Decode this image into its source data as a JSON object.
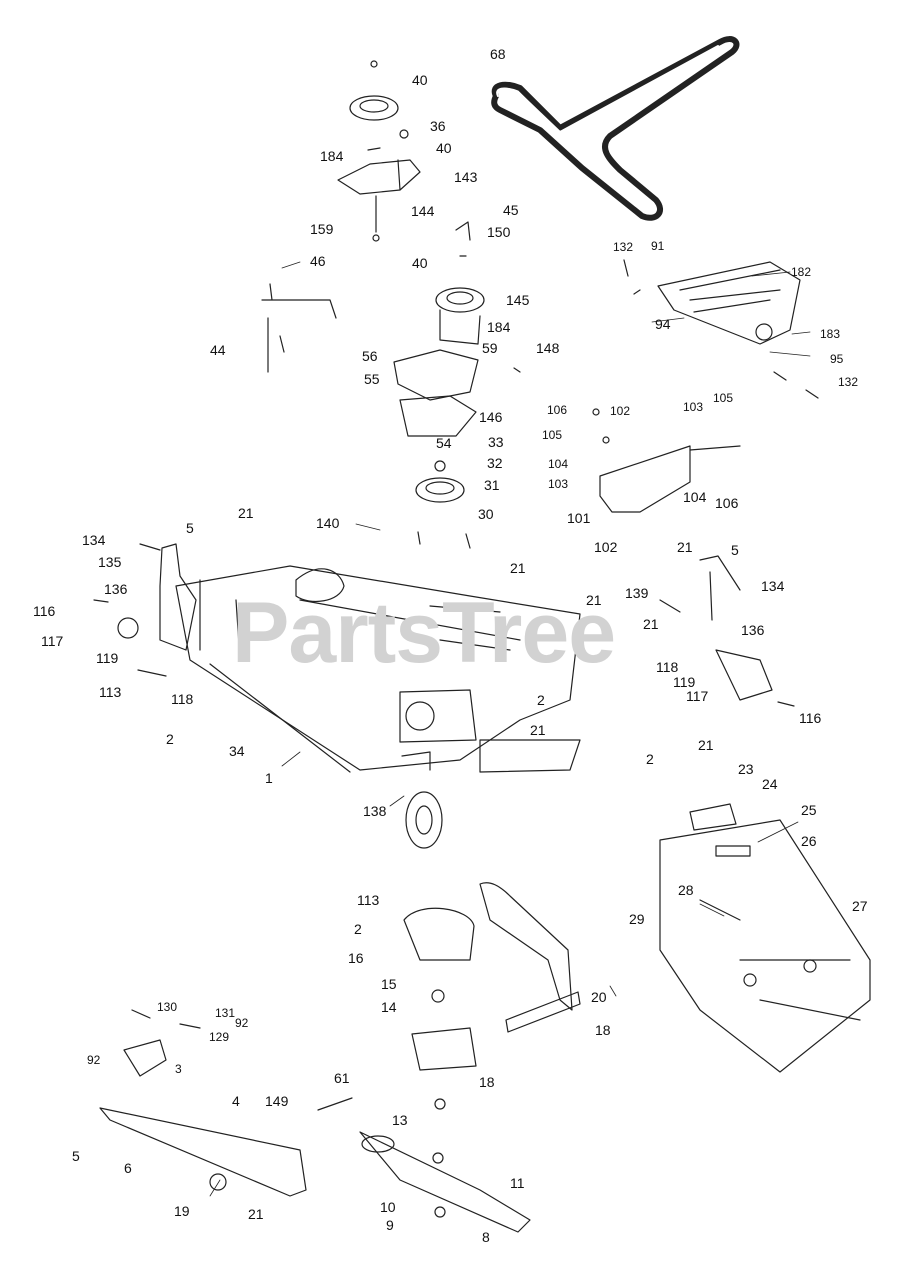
{
  "watermark": "PartsTree",
  "callouts": [
    "68",
    "40",
    "36",
    "40",
    "184",
    "143",
    "144",
    "45",
    "159",
    "150",
    "40",
    "46",
    "132",
    "91",
    "182",
    "145",
    "184",
    "94",
    "44",
    "56",
    "59",
    "148",
    "183",
    "55",
    "95",
    "132",
    "146",
    "106",
    "102",
    "103",
    "105",
    "105",
    "54",
    "33",
    "32",
    "104",
    "103",
    "31",
    "104",
    "106",
    "30",
    "101",
    "21",
    "5",
    "140",
    "134",
    "21",
    "102",
    "135",
    "21",
    "5",
    "136",
    "21",
    "134",
    "116",
    "139",
    "117",
    "21",
    "136",
    "119",
    "118",
    "113",
    "118",
    "119",
    "117",
    "116",
    "2",
    "21",
    "2",
    "2",
    "34",
    "21",
    "1",
    "138",
    "23",
    "24",
    "25",
    "26",
    "113",
    "28",
    "27",
    "2",
    "29",
    "16",
    "15",
    "20",
    "14",
    "18",
    "130",
    "131",
    "129",
    "92",
    "92",
    "3",
    "18",
    "61",
    "4",
    "149",
    "13",
    "5",
    "6",
    "11",
    "19",
    "21",
    "10",
    "9",
    "8"
  ]
}
